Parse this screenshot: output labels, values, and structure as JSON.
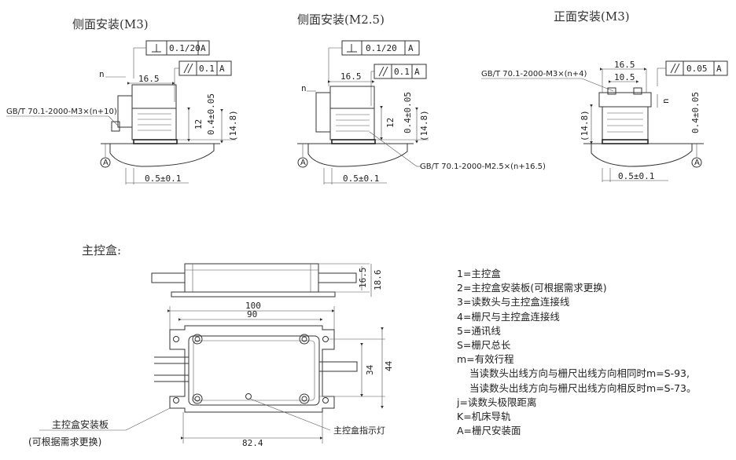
{
  "views": {
    "side_m3": {
      "title": "侧面安装(M3)",
      "flatness": "0.1/20",
      "datum": "A",
      "parallel": "0.1",
      "n_label": "n",
      "width": "16.5",
      "screw": "GB/T 70.1-2000-M3×(n+10)",
      "height_12": "12",
      "height_04": "0.4±0.05",
      "height_148": "(14.8)",
      "bottom_dim": "0.5±0.1"
    },
    "side_m25": {
      "title": "侧面安装(M2.5)",
      "flatness": "0.1/20",
      "datum": "A",
      "parallel": "0.1",
      "n_label": "n",
      "width": "16.5",
      "screw": "GB/T 70.1-2000-M2.5×(n+16.5)",
      "height_12": "12",
      "height_04": "0.4±0.05",
      "height_148": "(14.8)",
      "bottom_dim": "0.5±0.1"
    },
    "front_m3": {
      "title": "正面安装(M3)",
      "parallel": "0.05",
      "datum": "A",
      "screw": "GB/T 70.1-2000-M3×(n+4)",
      "width_165": "16.5",
      "width_105": "10.5",
      "n_label": "n",
      "height_04": "0.4±0.05",
      "height_148": "(14.8)",
      "bottom_dim": "0.5±0.1"
    }
  },
  "main_box": {
    "title": "主控盒:",
    "dim_165": "16.5",
    "dim_186": "18.6",
    "dim_100": "100",
    "dim_90": "90",
    "dim_34": "34",
    "dim_44": "44",
    "dim_824": "82.4",
    "plate_label": "主控盒安装板",
    "plate_note": "(可根据需求更换)",
    "indicator_label": "主控盒指示灯"
  },
  "legend": [
    {
      "text": "1=主控盒",
      "indent": false
    },
    {
      "text": "2=主控盒安装板(可根据需求更换)",
      "indent": false
    },
    {
      "text": "3=读数头与主控盒连接线",
      "indent": false
    },
    {
      "text": "4=栅尺与主控盒连接线",
      "indent": false
    },
    {
      "text": "5=通讯线",
      "indent": false
    },
    {
      "text": "S=栅尺总长",
      "indent": false
    },
    {
      "text": "m=有效行程",
      "indent": false
    },
    {
      "text": "当读数头出线方向与栅尺出线方向相同时m=S-93,",
      "indent": true
    },
    {
      "text": "当读数头出线方向与栅尺出线方向相反时m=S-73。",
      "indent": true
    },
    {
      "text": "j=读数头极限距离",
      "indent": false
    },
    {
      "text": "K=机床导轨",
      "indent": false
    },
    {
      "text": "A=栅尺安装面",
      "indent": false
    }
  ]
}
